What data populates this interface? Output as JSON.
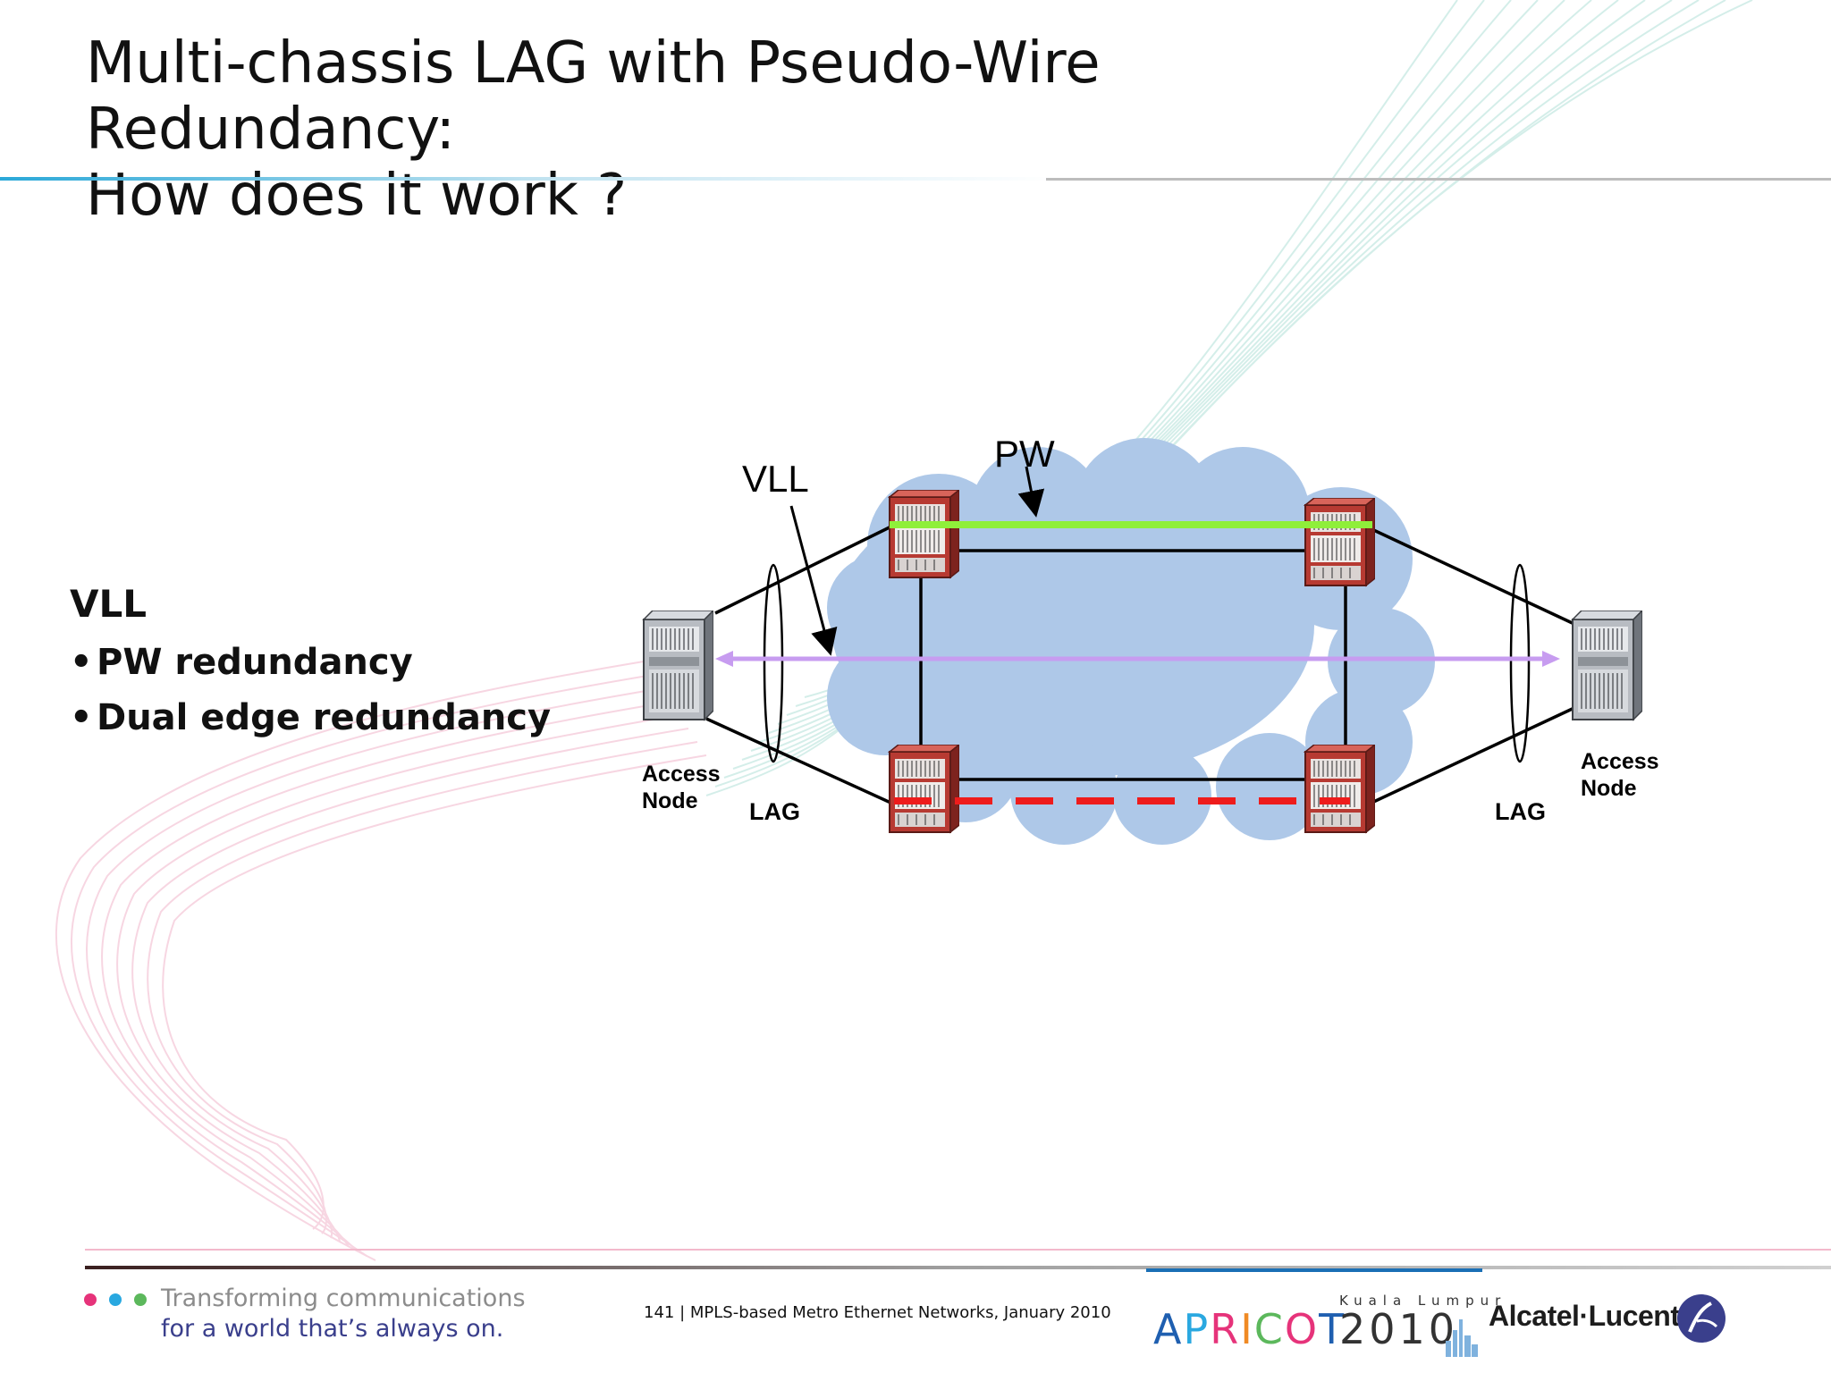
{
  "slide": {
    "title_line1": "Multi-chassis LAG with Pseudo-Wire Redundancy:",
    "title_line2": "How does it work ?",
    "bullets": {
      "heading": "VLL",
      "items": [
        "PW redundancy",
        "Dual edge redundancy"
      ],
      "bullet_glyph": "•"
    }
  },
  "diagram": {
    "labels": {
      "pw": "PW",
      "vll": "VLL",
      "lag_left": "LAG",
      "lag_right": "LAG",
      "access_node_left_l1": "Access",
      "access_node_left_l2": "Node",
      "access_node_right_l1": "Access",
      "access_node_right_l2": "Node"
    },
    "colors": {
      "cloud": "#aec8e8",
      "active_pw": "#8fef3a",
      "standby_pw": "#ee1c1c",
      "vll_arrow": "#c79cf0",
      "router": "#c4443a",
      "access_node": "#8a8f96"
    },
    "icons": [
      "router-icon",
      "access-node-icon",
      "cloud-icon"
    ]
  },
  "footer": {
    "tagline_line1": "Transforming communications",
    "tagline_line2": "for a world that’s always on.",
    "page_info": "141 | MPLS-based Metro Ethernet Networks, January 2010",
    "apricot_word": "APRICOT",
    "apricot_year": "2010",
    "apricot_city": "Kuala Lumpur",
    "brand": "Alcatel·Lucent",
    "dot_colors": [
      "#e6337a",
      "#29a8e0",
      "#5cb85c"
    ]
  }
}
